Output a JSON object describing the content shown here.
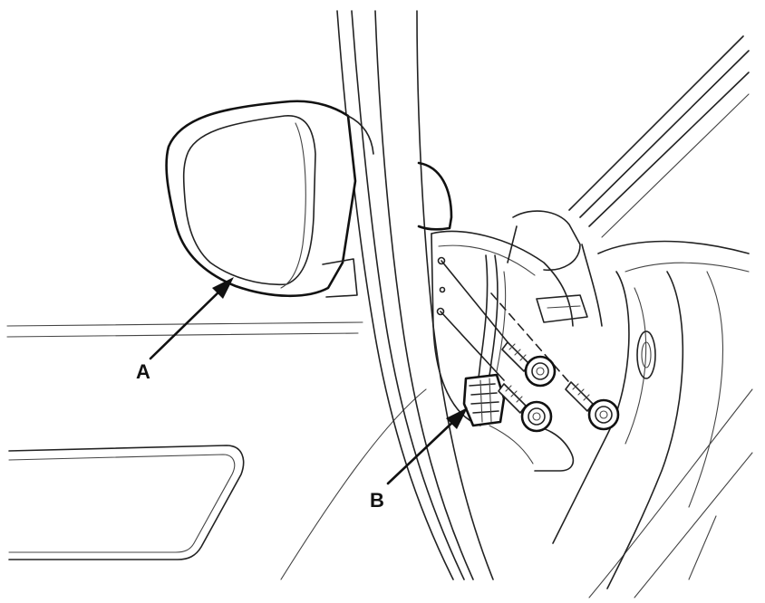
{
  "callouts": {
    "a": {
      "label": "A",
      "target": "door-mirror"
    },
    "b": {
      "label": "B",
      "target": "mirror-connector"
    }
  }
}
